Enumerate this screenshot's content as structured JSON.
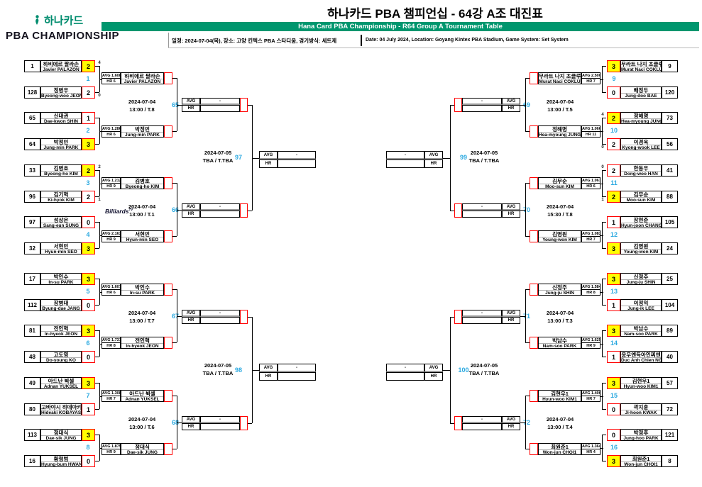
{
  "header": {
    "logo_kr": "하나카드",
    "logo_pba": "PBA CHAMPIONSHIP",
    "title": "하나카드 PBA 챔피언십 - 64강 A조 대진표",
    "subtitle": "Hana Card PBA Championship - R64 Group A Tournament Table",
    "info_kr": "일정: 2024-07-04(목), 장소: 고양 킨텍스 PBA 스타디움, 경기방식: 세트제",
    "info_en": "Date: 04 July 2024, Location: Goyang Kintex PBA Stadium, Game System: Set System"
  },
  "labels": {
    "avg": "AVG",
    "hr": "HR",
    "dash": "-",
    "billiards_tv": "Billiards",
    "billiards_tv_sup": "TV"
  },
  "colors": {
    "green_bar": "#00966e",
    "winner_yellow": "#ffff00",
    "connector_red": "#ff0000",
    "match_number_blue": "#2ba9e0",
    "hana_green": "#008c6e"
  },
  "bracket": {
    "left_top": {
      "r64": [
        {
          "no": "1",
          "p1": {
            "seed": "1",
            "kr": "하비에르 팔라손",
            "en": "Javier PALAZON",
            "score": "2",
            "win": true,
            "so": "4"
          },
          "p2": {
            "seed": "128",
            "kr": "정병우",
            "en": "Byeong-woo JEONG",
            "score": "2",
            "win": false,
            "so": "0"
          }
        },
        {
          "no": "2",
          "p1": {
            "seed": "65",
            "kr": "신대권",
            "en": "Dae-kwon SHIN",
            "score": "1",
            "win": false
          },
          "p2": {
            "seed": "64",
            "kr": "박정민",
            "en": "Jung-min PARK",
            "score": "3",
            "win": true
          }
        },
        {
          "no": "3",
          "p1": {
            "seed": "33",
            "kr": "김병호",
            "en": "Byeong-ho KIM",
            "score": "2",
            "win": true,
            "so": "2"
          },
          "p2": {
            "seed": "96",
            "kr": "김기혁",
            "en": "Ki-hyok KIM",
            "score": "2",
            "win": false,
            "so": "1"
          }
        },
        {
          "no": "4",
          "p1": {
            "seed": "97",
            "kr": "성상은",
            "en": "Sang-eun SUNG",
            "score": "0",
            "win": false
          },
          "p2": {
            "seed": "32",
            "kr": "서현민",
            "en": "Hyun-min SEO",
            "score": "3",
            "win": true
          }
        }
      ],
      "r32": [
        {
          "no": "65",
          "date": "2024-07-04",
          "time": "13:00 / T.8",
          "p1": {
            "kr": "하비에르 팔라손",
            "en": "Javier PALAZON",
            "avg": "1.608",
            "hr": "6"
          },
          "p2": {
            "kr": "박정민",
            "en": "Jung-min PARK",
            "avg": "1.286",
            "hr": "6"
          }
        },
        {
          "no": "66",
          "date": "2024-07-04",
          "time": "13:00 / T.1",
          "tv": true,
          "p1": {
            "kr": "김병호",
            "en": "Byeong-ho KIM",
            "avg": "1.212",
            "hr": "9"
          },
          "p2": {
            "kr": "서현민",
            "en": "Hyun-min SEO",
            "avg": "2.163",
            "hr": "9"
          }
        }
      ],
      "qf": {
        "no": "97",
        "date": "2024-07-05",
        "time": "TBA / T.TBA"
      }
    },
    "left_bottom": {
      "r64": [
        {
          "no": "5",
          "p1": {
            "seed": "17",
            "kr": "박인수",
            "en": "In-su PARK",
            "score": "3",
            "win": true
          },
          "p2": {
            "seed": "112",
            "kr": "장병대",
            "en": "Byung-dae JANG",
            "score": "0",
            "win": false
          }
        },
        {
          "no": "6",
          "p1": {
            "seed": "81",
            "kr": "전인혁",
            "en": "In-hyeok JEON",
            "score": "3",
            "win": true
          },
          "p2": {
            "seed": "48",
            "kr": "고도영",
            "en": "Do-young KO",
            "score": "0",
            "win": false
          }
        },
        {
          "no": "7",
          "p1": {
            "seed": "49",
            "kr": "아드난 뷕셀",
            "en": "Adnan YUKSEL",
            "score": "3",
            "win": true
          },
          "p2": {
            "seed": "80",
            "kr": "고바야시 히데아키",
            "en": "Hideaki KOBAYASHI",
            "score": "1",
            "win": false
          }
        },
        {
          "no": "8",
          "p1": {
            "seed": "113",
            "kr": "정대식",
            "en": "Dae-sik JUNG",
            "score": "3",
            "win": true
          },
          "p2": {
            "seed": "16",
            "kr": "황형범",
            "en": "Hyung-bum HWANG",
            "score": "0",
            "win": false
          }
        }
      ],
      "r32": [
        {
          "no": "67",
          "date": "2024-07-04",
          "time": "13:00 / T.7",
          "p1": {
            "kr": "박인수",
            "en": "In-su PARK",
            "avg": "1.607",
            "hr": "6"
          },
          "p2": {
            "kr": "전인혁",
            "en": "In-hyeok JEON",
            "avg": "1.731",
            "hr": "8"
          }
        },
        {
          "no": "68",
          "date": "2024-07-04",
          "time": "13:00 / T.6",
          "p1": {
            "kr": "아드난 뷕셀",
            "en": "Adnan YUKSEL",
            "avg": "1.308",
            "hr": "7"
          },
          "p2": {
            "kr": "정대식",
            "en": "Dae-sik JUNG",
            "avg": "1.875",
            "hr": "9"
          }
        }
      ],
      "qf": {
        "no": "98",
        "date": "2024-07-05",
        "time": "TBA / T.TBA"
      }
    },
    "right_top": {
      "r64": [
        {
          "no": "9",
          "p1": {
            "seed": "9",
            "kr": "무라트 나지 초클루",
            "en": "Murat Naci COKLU",
            "score": "3",
            "win": true
          },
          "p2": {
            "seed": "120",
            "kr": "배정두",
            "en": "Jung-doo BAE",
            "score": "0",
            "win": false
          }
        },
        {
          "no": "10",
          "p1": {
            "seed": "73",
            "kr": "정해명",
            "en": "Hea-myoung JUNG",
            "score": "2",
            "win": true,
            "so": "4"
          },
          "p2": {
            "seed": "56",
            "kr": "이경욱",
            "en": "Kyong-wook LEE",
            "score": "2",
            "win": false,
            "so": "0"
          }
        },
        {
          "no": "11",
          "p1": {
            "seed": "41",
            "kr": "한동우",
            "en": "Dong-woo HAN",
            "score": "2",
            "win": false,
            "so": "0"
          },
          "p2": {
            "seed": "88",
            "kr": "김무순",
            "en": "Moo-sun KIM",
            "score": "2",
            "win": true,
            "so": "1"
          }
        },
        {
          "no": "12",
          "p1": {
            "seed": "105",
            "kr": "장현준",
            "en": "Hyun-joon CHANG",
            "score": "1",
            "win": false
          },
          "p2": {
            "seed": "24",
            "kr": "김영원",
            "en": "Young-won KIM",
            "score": "3",
            "win": true
          }
        }
      ],
      "r32": [
        {
          "no": "69",
          "date": "2024-07-04",
          "time": "13:00 / T.5",
          "p1": {
            "kr": "무라트 나지 초클루",
            "en": "Murat Naci COKLU",
            "avg": "2.500",
            "hr": "7"
          },
          "p2": {
            "kr": "정해명",
            "en": "Hea-myoung JUNG",
            "avg": "1.066",
            "hr": "11"
          }
        },
        {
          "no": "70",
          "date": "2024-07-04",
          "time": "15:30 / T.8",
          "p1": {
            "kr": "김무순",
            "en": "Moo-sun KIM",
            "avg": "1.067",
            "hr": "6"
          },
          "p2": {
            "kr": "김영원",
            "en": "Young-won KIM",
            "avg": "1.083",
            "hr": "7"
          }
        }
      ],
      "qf": {
        "no": "99",
        "date": "2024-07-05",
        "time": "TBA / T.TBA"
      }
    },
    "right_bottom": {
      "r64": [
        {
          "no": "13",
          "p1": {
            "seed": "25",
            "kr": "신정주",
            "en": "Jung-ju SHIN",
            "score": "3",
            "win": true
          },
          "p2": {
            "seed": "104",
            "kr": "이정익",
            "en": "Jung-ik LEE",
            "score": "1",
            "win": false
          }
        },
        {
          "no": "14",
          "p1": {
            "seed": "89",
            "kr": "박남수",
            "en": "Nam-soo PARK",
            "score": "3",
            "win": true
          },
          "p2": {
            "seed": "40",
            "kr": "응우옌득아인찌엔",
            "en": "Duc Anh Chien NGUYEN",
            "score": "1",
            "win": false
          }
        },
        {
          "no": "15",
          "p1": {
            "seed": "57",
            "kr": "김현우1",
            "en": "Hyun-woo KIM1",
            "score": "3",
            "win": true
          },
          "p2": {
            "seed": "72",
            "kr": "곽지훈",
            "en": "Ji-hoon KWAK",
            "score": "0",
            "win": false
          }
        },
        {
          "no": "16",
          "p1": {
            "seed": "121",
            "kr": "박정후",
            "en": "Jung-hoo PARK",
            "score": "0",
            "win": false
          },
          "p2": {
            "seed": "8",
            "kr": "최원준1",
            "en": "Won-jun CHOI1",
            "score": "3",
            "win": true
          }
        }
      ],
      "r32": [
        {
          "no": "71",
          "date": "2024-07-04",
          "time": "13:00 / T.3",
          "p1": {
            "kr": "신정주",
            "en": "Jung-ju SHIN",
            "avg": "1.584",
            "hr": "8"
          },
          "p2": {
            "kr": "박남수",
            "en": "Nam-soo PARK",
            "avg": "1.625",
            "hr": "9"
          }
        },
        {
          "no": "72",
          "date": "2024-07-04",
          "time": "13:00 / T.4",
          "p1": {
            "kr": "김현우1",
            "en": "Hyun-woo KIM1",
            "avg": "1.406",
            "hr": "7"
          },
          "p2": {
            "kr": "최원준1",
            "en": "Won-jun CHOI1",
            "avg": "1.364",
            "hr": "4"
          }
        }
      ],
      "qf": {
        "no": "100",
        "date": "2024-07-05",
        "time": "TBA / T.TBA"
      }
    }
  }
}
